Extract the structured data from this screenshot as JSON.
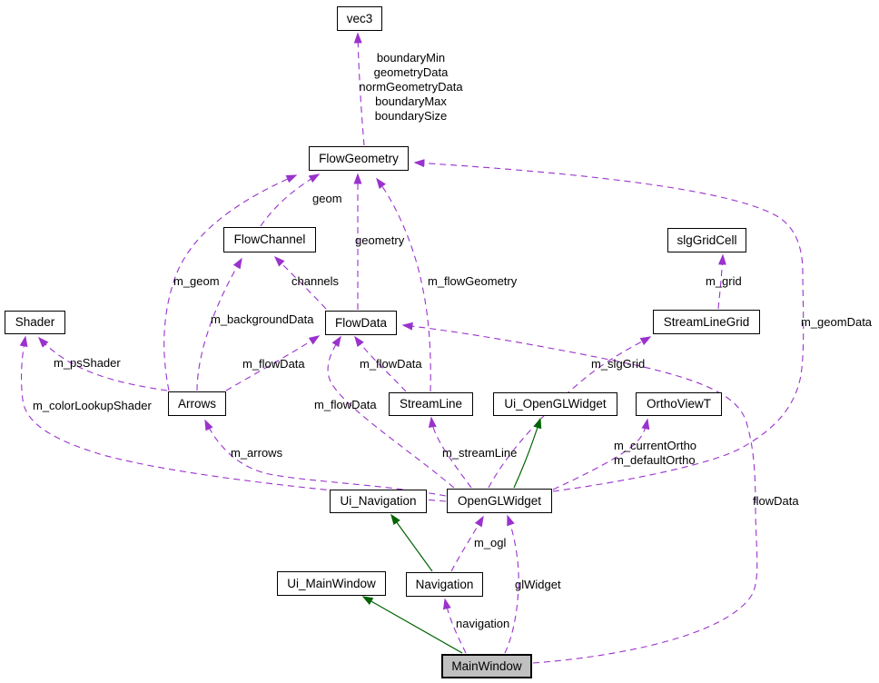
{
  "diagram": {
    "type": "doxygen-collaboration-graph",
    "colors": {
      "background": "#ffffff",
      "usage_edge": "#9a32cd",
      "inheritance_edge": "#006400",
      "node_border": "#000000",
      "node_fill": "#ffffff",
      "highlight_node_fill": "#c0c0c0",
      "text": "#000000"
    },
    "nodes": {
      "vec3": {
        "label": "vec3"
      },
      "flowGeometry": {
        "label": "FlowGeometry"
      },
      "flowChannel": {
        "label": "FlowChannel"
      },
      "slgGridCell": {
        "label": "slgGridCell"
      },
      "shader": {
        "label": "Shader"
      },
      "flowData": {
        "label": "FlowData"
      },
      "streamLineGrid": {
        "label": "StreamLineGrid"
      },
      "arrows": {
        "label": "Arrows"
      },
      "streamLine": {
        "label": "StreamLine"
      },
      "uiOpenGLWidget": {
        "label": "Ui_OpenGLWidget"
      },
      "orthoViewT": {
        "label": "OrthoViewT"
      },
      "uiNavigation": {
        "label": "Ui_Navigation"
      },
      "openGLWidget": {
        "label": "OpenGLWidget"
      },
      "uiMainWindow": {
        "label": "Ui_MainWindow"
      },
      "navigation": {
        "label": "Navigation"
      },
      "mainWindow": {
        "label": "MainWindow"
      }
    },
    "edge_labels": {
      "vec3_members": {
        "text": "boundaryMin\ngeometryData\nnormGeometryData\nboundaryMax\nboundarySize"
      },
      "geom": {
        "text": "geom"
      },
      "geometry": {
        "text": "geometry"
      },
      "m_geom": {
        "text": "m_geom"
      },
      "channels": {
        "text": "channels"
      },
      "m_flowGeometry": {
        "text": "m_flowGeometry"
      },
      "m_grid": {
        "text": "m_grid"
      },
      "m_backgroundData": {
        "text": "m_backgroundData"
      },
      "m_geomData": {
        "text": "m_geomData"
      },
      "m_psShader": {
        "text": "m_psShader"
      },
      "m_flowData_arrows": {
        "text": "m_flowData"
      },
      "m_flowData_stream": {
        "text": "m_flowData"
      },
      "m_slgGrid": {
        "text": "m_slgGrid"
      },
      "m_colorLookupShader": {
        "text": "m_colorLookupShader"
      },
      "m_flowData_ogl": {
        "text": "m_flowData"
      },
      "m_arrows": {
        "text": "m_arrows"
      },
      "m_streamLine": {
        "text": "m_streamLine"
      },
      "ortho_members": {
        "text": "m_currentOrtho\nm_defaultOrtho"
      },
      "flowData_member": {
        "text": "flowData"
      },
      "m_ogl": {
        "text": "m_ogl"
      },
      "glWidget": {
        "text": "glWidget"
      },
      "navigation_member": {
        "text": "navigation"
      }
    },
    "edges": [
      {
        "from": "FlowGeometry",
        "to": "vec3",
        "style": "usage",
        "members": [
          "boundaryMin",
          "geometryData",
          "normGeometryData",
          "boundaryMax",
          "boundarySize"
        ]
      },
      {
        "from": "FlowChannel",
        "to": "FlowGeometry",
        "style": "usage",
        "members": [
          "geom"
        ]
      },
      {
        "from": "FlowData",
        "to": "FlowGeometry",
        "style": "usage",
        "members": [
          "geometry"
        ]
      },
      {
        "from": "StreamLine",
        "to": "FlowGeometry",
        "style": "usage",
        "members": [
          "m_flowGeometry"
        ]
      },
      {
        "from": "Arrows",
        "to": "FlowGeometry",
        "style": "usage",
        "members": [
          "m_geom"
        ]
      },
      {
        "from": "OpenGLWidget",
        "to": "FlowGeometry",
        "style": "usage",
        "members": [
          "m_geomData"
        ]
      },
      {
        "from": "Arrows",
        "to": "FlowChannel",
        "style": "usage",
        "members": [
          "m_backgroundData"
        ]
      },
      {
        "from": "FlowData",
        "to": "FlowChannel",
        "style": "usage",
        "members": [
          "channels"
        ]
      },
      {
        "from": "StreamLineGrid",
        "to": "slgGridCell",
        "style": "usage",
        "members": [
          "m_grid"
        ]
      },
      {
        "from": "Arrows",
        "to": "Shader",
        "style": "usage",
        "members": [
          "m_psShader"
        ]
      },
      {
        "from": "OpenGLWidget",
        "to": "Shader",
        "style": "usage",
        "members": [
          "m_colorLookupShader"
        ]
      },
      {
        "from": "Arrows",
        "to": "FlowData",
        "style": "usage",
        "members": [
          "m_flowData"
        ]
      },
      {
        "from": "StreamLine",
        "to": "FlowData",
        "style": "usage",
        "members": [
          "m_flowData"
        ]
      },
      {
        "from": "OpenGLWidget",
        "to": "FlowData",
        "style": "usage",
        "members": [
          "m_flowData"
        ]
      },
      {
        "from": "MainWindow",
        "to": "FlowData",
        "style": "usage",
        "members": [
          "flowData"
        ]
      },
      {
        "from": "OpenGLWidget",
        "to": "StreamLineGrid",
        "style": "usage",
        "members": [
          "m_slgGrid"
        ]
      },
      {
        "from": "OpenGLWidget",
        "to": "OrthoViewT",
        "style": "usage",
        "members": [
          "m_currentOrtho",
          "m_defaultOrtho"
        ]
      },
      {
        "from": "OpenGLWidget",
        "to": "StreamLine",
        "style": "usage",
        "members": [
          "m_streamLine"
        ]
      },
      {
        "from": "OpenGLWidget",
        "to": "Arrows",
        "style": "usage",
        "members": [
          "m_arrows"
        ]
      },
      {
        "from": "Navigation",
        "to": "OpenGLWidget",
        "style": "usage",
        "members": [
          "m_ogl"
        ]
      },
      {
        "from": "MainWindow",
        "to": "OpenGLWidget",
        "style": "usage",
        "members": [
          "glWidget"
        ]
      },
      {
        "from": "MainWindow",
        "to": "Navigation",
        "style": "usage",
        "members": [
          "navigation"
        ]
      },
      {
        "from": "OpenGLWidget",
        "to": "Ui_OpenGLWidget",
        "style": "inheritance"
      },
      {
        "from": "Navigation",
        "to": "Ui_Navigation",
        "style": "inheritance"
      },
      {
        "from": "MainWindow",
        "to": "Ui_MainWindow",
        "style": "inheritance"
      }
    ]
  }
}
